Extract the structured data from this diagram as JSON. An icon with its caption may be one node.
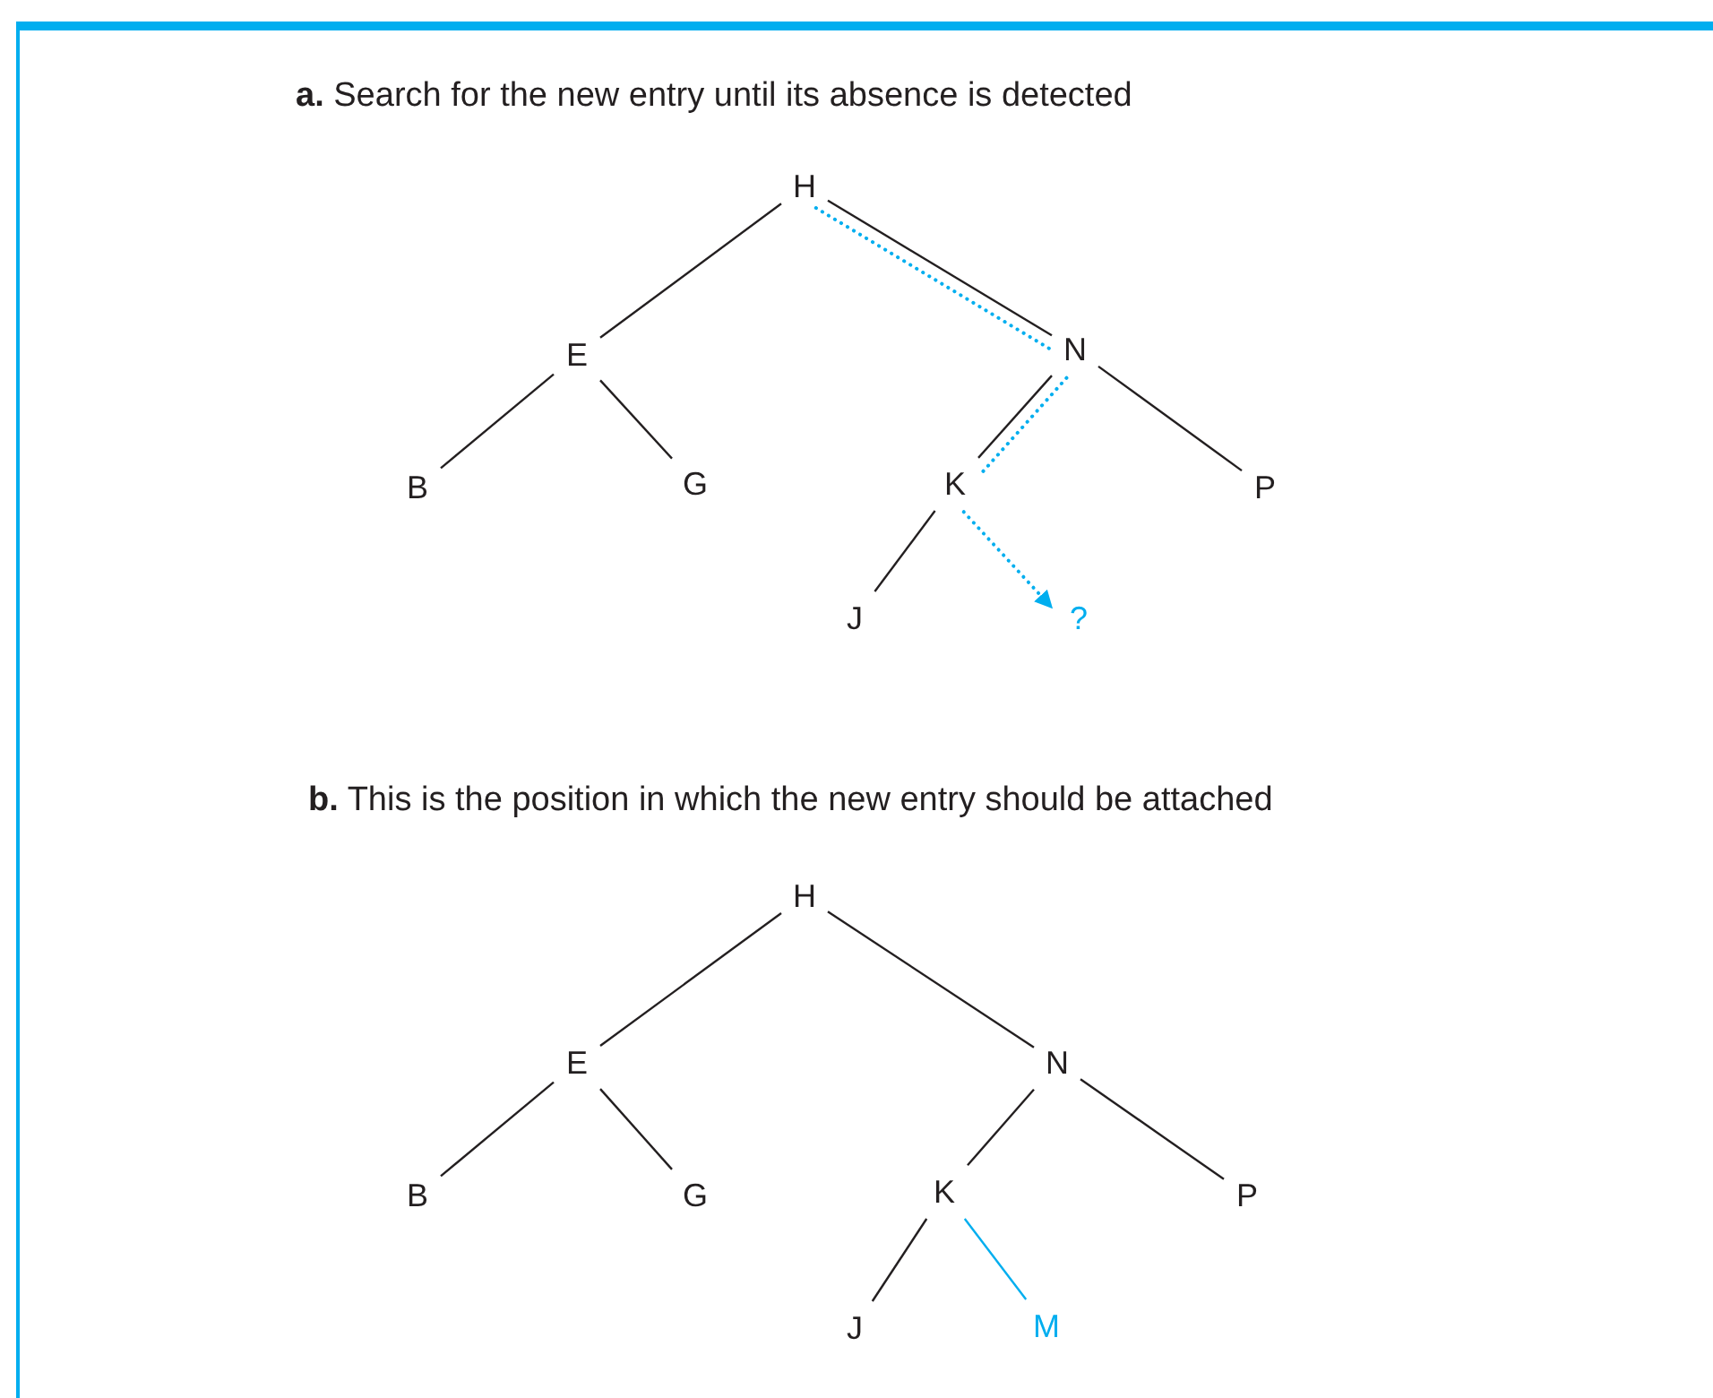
{
  "diagram": {
    "nodes": [
      {
        "text": [
          "H"
        ]
      },
      {
        "text": [
          "E"
        ]
      },
      {
        "text": [
          "N"
        ]
      },
      {
        "text": [
          "B"
        ]
      },
      {
        "text": [
          "G"
        ]
      },
      {
        "text": [
          "K"
        ]
      },
      {
        "text": [
          "P"
        ]
      },
      {
        "text": [
          "J"
        ]
      },
      {
        "text": [
          "?"
        ]
      },
      {
        "text": [
          "H"
        ]
      },
      {
        "text": [
          "E"
        ]
      },
      {
        "text": [
          "N"
        ]
      },
      {
        "text": [
          "B"
        ]
      },
      {
        "text": [
          "G"
        ]
      },
      {
        "text": [
          "K"
        ]
      },
      {
        "text": [
          "P"
        ]
      },
      {
        "text": [
          "J"
        ]
      },
      {
        "text": [
          "M"
        ]
      }
    ],
    "edges": [
      {
        "from": 0,
        "to": 1,
        "arrow": "none"
      },
      {
        "from": 0,
        "to": 2,
        "arrow": "none"
      },
      {
        "from": 1,
        "to": 3,
        "arrow": "none"
      },
      {
        "from": 1,
        "to": 4,
        "arrow": "none"
      },
      {
        "from": 2,
        "to": 5,
        "arrow": "none"
      },
      {
        "from": 2,
        "to": 6,
        "arrow": "none"
      },
      {
        "from": 5,
        "to": 7,
        "arrow": "none"
      },
      {
        "from": 0,
        "to": 2,
        "arrow": "none",
        "style": "dashed",
        "color": "#00aeef"
      },
      {
        "from": 2,
        "to": 5,
        "arrow": "none",
        "style": "dashed",
        "color": "#00aeef"
      },
      {
        "from": 5,
        "to": 8,
        "arrow": "to",
        "style": "dashed",
        "color": "#00aeef"
      },
      {
        "from": 9,
        "to": 10,
        "arrow": "none"
      },
      {
        "from": 9,
        "to": 11,
        "arrow": "none"
      },
      {
        "from": 10,
        "to": 12,
        "arrow": "none"
      },
      {
        "from": 10,
        "to": 13,
        "arrow": "none"
      },
      {
        "from": 11,
        "to": 14,
        "arrow": "none"
      },
      {
        "from": 11,
        "to": 15,
        "arrow": "none"
      },
      {
        "from": 14,
        "to": 16,
        "arrow": "none"
      },
      {
        "from": 14,
        "to": 17,
        "arrow": "none",
        "color": "#00aeef"
      }
    ],
    "labels": [
      "**a.** Search for the new entry until its absence is detected",
      "**b.** This is the position in which the new entry should be attached"
    ]
  }
}
